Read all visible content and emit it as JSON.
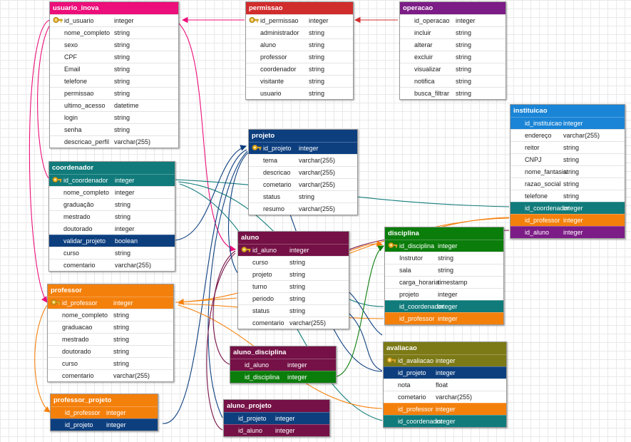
{
  "colors": {
    "pink": "#ec0e7a",
    "red": "#d12c2c",
    "purple": "#7c1c86",
    "blue": "#1a84d6",
    "teal": "#117b7b",
    "navy": "#0d3f7f",
    "orange": "#f4800c",
    "maroon": "#751146",
    "green": "#0b7d0b",
    "olive": "#7c7a16"
  },
  "tables": [
    {
      "id": "usuario_inova",
      "title": "usuario_inova",
      "color": "pink",
      "rows": [
        {
          "name": "id_usuario",
          "type": "integer",
          "pk": true
        },
        {
          "name": "nome_completo",
          "type": "string"
        },
        {
          "name": "sexo",
          "type": "string"
        },
        {
          "name": "CPF",
          "type": "string"
        },
        {
          "name": "Email",
          "type": "string"
        },
        {
          "name": "telefone",
          "type": "string"
        },
        {
          "name": "permissao",
          "type": "string"
        },
        {
          "name": "ultimo_acesso",
          "type": "datetime"
        },
        {
          "name": "login",
          "type": "string"
        },
        {
          "name": "senha",
          "type": "string"
        },
        {
          "name": "descricao_perfil",
          "type": "varchar(255)"
        }
      ]
    },
    {
      "id": "permissao",
      "title": "permissao",
      "color": "red",
      "rows": [
        {
          "name": "id_permissao",
          "type": "integer",
          "pk": true
        },
        {
          "name": "administrador",
          "type": "string"
        },
        {
          "name": "aluno",
          "type": "string"
        },
        {
          "name": "professor",
          "type": "string"
        },
        {
          "name": "coordenador",
          "type": "string"
        },
        {
          "name": "visitante",
          "type": "string"
        },
        {
          "name": "usuario",
          "type": "string"
        }
      ]
    },
    {
      "id": "operacao",
      "title": "operacao",
      "color": "purple",
      "rows": [
        {
          "name": "id_operacao",
          "type": "integer"
        },
        {
          "name": "incluir",
          "type": "string"
        },
        {
          "name": "alterar",
          "type": "string"
        },
        {
          "name": "excluir",
          "type": "string"
        },
        {
          "name": "visualizar",
          "type": "string"
        },
        {
          "name": "notifica",
          "type": "string"
        },
        {
          "name": "busca_filtrar",
          "type": "string"
        }
      ]
    },
    {
      "id": "instituicao",
      "title": "instituicao",
      "color": "blue",
      "rows": [
        {
          "name": "id_instituicao",
          "type": "integer",
          "fill": "blue"
        },
        {
          "name": "endereço",
          "type": "varchar(255)"
        },
        {
          "name": "reitor",
          "type": "string"
        },
        {
          "name": "CNPJ",
          "type": "string"
        },
        {
          "name": "nome_fantasia",
          "type": "string"
        },
        {
          "name": "razao_social",
          "type": "string"
        },
        {
          "name": "telefone",
          "type": "string"
        },
        {
          "name": "id_coordenador",
          "type": "integer",
          "fill": "teal"
        },
        {
          "name": "id_professor",
          "type": "integer",
          "fill": "orange"
        },
        {
          "name": "id_aluno",
          "type": "integer",
          "fill": "purple"
        }
      ]
    },
    {
      "id": "projeto",
      "title": "projeto",
      "color": "navy",
      "rows": [
        {
          "name": "id_projeto",
          "type": "integer",
          "pk": true,
          "fill": "navy"
        },
        {
          "name": "tema",
          "type": "varchar(255)"
        },
        {
          "name": "descricao",
          "type": "varchar(255)"
        },
        {
          "name": "cometario",
          "type": "varchar(255)"
        },
        {
          "name": "status",
          "type": "string"
        },
        {
          "name": "resumo",
          "type": "varchar(255)"
        }
      ]
    },
    {
      "id": "coordenador",
      "title": "coordenador",
      "color": "teal",
      "rows": [
        {
          "name": "id_coordenador",
          "type": "integer",
          "pk": true,
          "fill": "teal"
        },
        {
          "name": "nome_completo",
          "type": "integer"
        },
        {
          "name": "graduação",
          "type": "string"
        },
        {
          "name": "mestrado",
          "type": "string"
        },
        {
          "name": "doutorado",
          "type": "integer"
        },
        {
          "name": "validar_projeto",
          "type": "boolean",
          "fill": "navy"
        },
        {
          "name": "curso",
          "type": "string"
        },
        {
          "name": "comentario",
          "type": "varchar(255)"
        }
      ]
    },
    {
      "id": "aluno",
      "title": "aluno",
      "color": "maroon",
      "rows": [
        {
          "name": "id_aluno",
          "type": "integer",
          "pk": true,
          "fill": "maroon"
        },
        {
          "name": "curso",
          "type": "string"
        },
        {
          "name": "projeto",
          "type": "string"
        },
        {
          "name": "turno",
          "type": "string"
        },
        {
          "name": "periodo",
          "type": "string"
        },
        {
          "name": "status",
          "type": "string"
        },
        {
          "name": "comentario",
          "type": "varchar(255)"
        }
      ]
    },
    {
      "id": "disciplina",
      "title": "disciplina",
      "color": "green",
      "rows": [
        {
          "name": "id_disciplina",
          "type": "integer",
          "pk": true,
          "fill": "green"
        },
        {
          "name": "Instrutor",
          "type": "string"
        },
        {
          "name": "sala",
          "type": "string"
        },
        {
          "name": "carga_horaria",
          "type": "timestamp"
        },
        {
          "name": "projeto",
          "type": "integer"
        },
        {
          "name": "id_coordenador",
          "type": "integer",
          "fill": "teal"
        },
        {
          "name": "id_professor",
          "type": "integer",
          "fill": "orange"
        }
      ]
    },
    {
      "id": "professor",
      "title": "professor",
      "color": "orange",
      "rows": [
        {
          "name": "id_professor",
          "type": "integer",
          "pk": true,
          "fill": "orange"
        },
        {
          "name": "nome_completo",
          "type": "string"
        },
        {
          "name": "graduacao",
          "type": "string"
        },
        {
          "name": "mestrado",
          "type": "string"
        },
        {
          "name": "doutorado",
          "type": "string"
        },
        {
          "name": "curso",
          "type": "string"
        },
        {
          "name": "comentario",
          "type": "varchar(255)"
        }
      ]
    },
    {
      "id": "aluno_disciplina",
      "title": "aluno_disciplina",
      "color": "maroon",
      "rows": [
        {
          "name": "id_aluno",
          "type": "integer",
          "fill": "maroon"
        },
        {
          "name": "id_disciplina",
          "type": "integer",
          "fill": "green"
        }
      ]
    },
    {
      "id": "avaliacao",
      "title": "avaliacao",
      "color": "olive",
      "rows": [
        {
          "name": "id_avaliacao",
          "type": "integer",
          "pk": true,
          "fill": "olive"
        },
        {
          "name": "id_projeto",
          "type": "integer",
          "fill": "navy"
        },
        {
          "name": "nota",
          "type": "float"
        },
        {
          "name": "cometario",
          "type": "varchar(255)"
        },
        {
          "name": "id_professor",
          "type": "integer",
          "fill": "orange"
        },
        {
          "name": "id_coordenador",
          "type": "integer",
          "fill": "teal"
        }
      ]
    },
    {
      "id": "professor_projeto",
      "title": "professor_projeto",
      "color": "orange",
      "rows": [
        {
          "name": "id_professor",
          "type": "integer",
          "fill": "orange"
        },
        {
          "name": "id_projeto",
          "type": "integer",
          "fill": "navy"
        }
      ]
    },
    {
      "id": "aluno_projeto",
      "title": "aluno_projeto",
      "color": "maroon",
      "rows": [
        {
          "name": "id_projeto",
          "type": "integer",
          "fill": "navy"
        },
        {
          "name": "id_aluno",
          "type": "integer",
          "fill": "maroon"
        }
      ]
    }
  ]
}
